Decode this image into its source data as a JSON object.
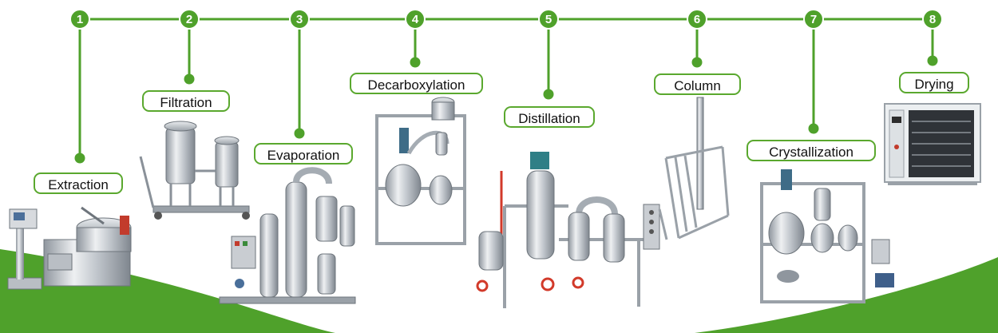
{
  "colors": {
    "accent": "#4fa12b",
    "accent_dark": "#3d8a1f",
    "stainless": "#c9cdd2",
    "valve_red": "#d23a2a"
  },
  "steps": [
    {
      "number": "1",
      "label": "Extraction"
    },
    {
      "number": "2",
      "label": "Filtration"
    },
    {
      "number": "3",
      "label": "Evaporation"
    },
    {
      "number": "4",
      "label": "Decarboxylation"
    },
    {
      "number": "5",
      "label": "Distillation"
    },
    {
      "number": "6",
      "label": "Column"
    },
    {
      "number": "7",
      "label": "Crystallization"
    },
    {
      "number": "8",
      "label": "Drying"
    }
  ]
}
